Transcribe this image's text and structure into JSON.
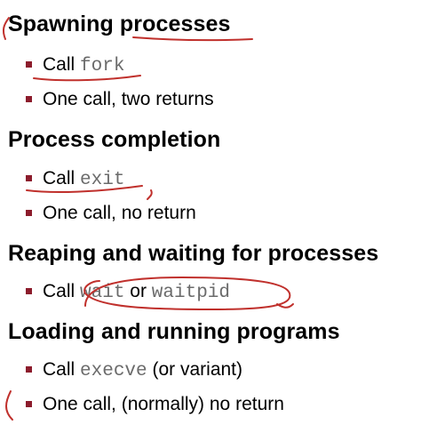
{
  "sections": [
    {
      "heading": "Spawning processes",
      "bullets": [
        {
          "prefix": "Call ",
          "code": "fork",
          "suffix": ""
        },
        {
          "prefix": "One call, two returns",
          "code": "",
          "suffix": ""
        }
      ]
    },
    {
      "heading": "Process completion",
      "bullets": [
        {
          "prefix": "Call ",
          "code": "exit",
          "suffix": ""
        },
        {
          "prefix": "One call, no return",
          "code": "",
          "suffix": ""
        }
      ]
    },
    {
      "heading": "Reaping and waiting for processes",
      "bullets": [
        {
          "prefix": "Call ",
          "code": "wait",
          "mid": " or ",
          "code2": "waitpid"
        }
      ]
    },
    {
      "heading": "Loading and running programs",
      "bullets": [
        {
          "prefix": "Call ",
          "code": "execve",
          "suffix": " (or variant)"
        },
        {
          "prefix": "One call, (normally) no return",
          "code": "",
          "suffix": ""
        }
      ]
    }
  ],
  "colors": {
    "bullet_marker": "#8c1c2c",
    "code_text": "#6b6b6b",
    "annotation_ink": "#c0302c"
  }
}
